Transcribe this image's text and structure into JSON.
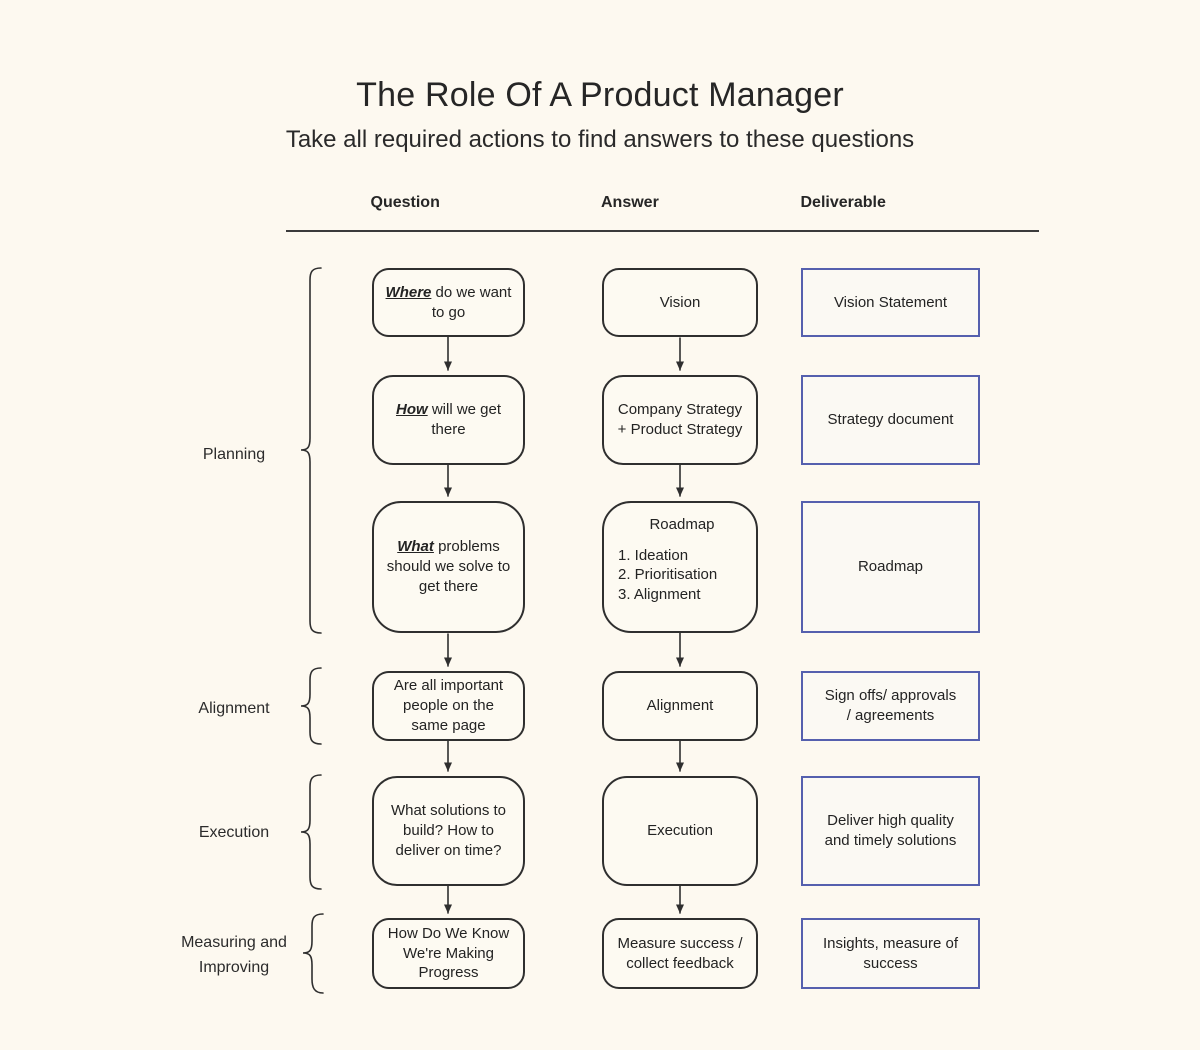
{
  "header": {
    "title": "The Role Of A Product Manager",
    "subtitle": "Take all required actions to find answers to these questions"
  },
  "columns": [
    "Question",
    "Answer",
    "Deliverable"
  ],
  "groups": [
    {
      "label": "Planning"
    },
    {
      "label": "Alignment"
    },
    {
      "label": "Execution"
    },
    {
      "label": "Measuring and Improving"
    }
  ],
  "rows": [
    {
      "question_bold": "Where",
      "question_rest": " do we want to go",
      "answer": "Vision",
      "deliverable": "Vision Statement"
    },
    {
      "question_bold": "How",
      "question_rest": " will we get there",
      "answer": "Company Strategy\n+ Product Strategy",
      "deliverable": "Strategy document"
    },
    {
      "question_bold": "What",
      "question_rest": " problems should we solve to get there",
      "answer_title": "Roadmap",
      "answer_items": [
        "1. Ideation",
        "2. Prioritisation",
        "3. Alignment"
      ],
      "deliverable": "Roadmap"
    },
    {
      "question_text": "Are all important\npeople on the\nsame page",
      "answer": "Alignment",
      "deliverable": "Sign offs/ approvals\n/ agreements"
    },
    {
      "question_text": "What solutions to\nbuild? How to\ndeliver on time?",
      "answer": "Execution",
      "deliverable": "Deliver high quality\nand timely solutions"
    },
    {
      "question_text": "How Do We Know\nWe're Making\nProgress",
      "answer": "Measure success /\ncollect feedback",
      "deliverable": "Insights, measure of\nsuccess"
    }
  ],
  "colors": {
    "background": "#fdf9f0",
    "box_border": "#2f2f2f",
    "box_fill": "#fdfaf2",
    "deliverable_border": "#5560ae",
    "deliverable_fill": "#fbf9f3",
    "text": "#232323",
    "line": "#3b3b3b"
  }
}
